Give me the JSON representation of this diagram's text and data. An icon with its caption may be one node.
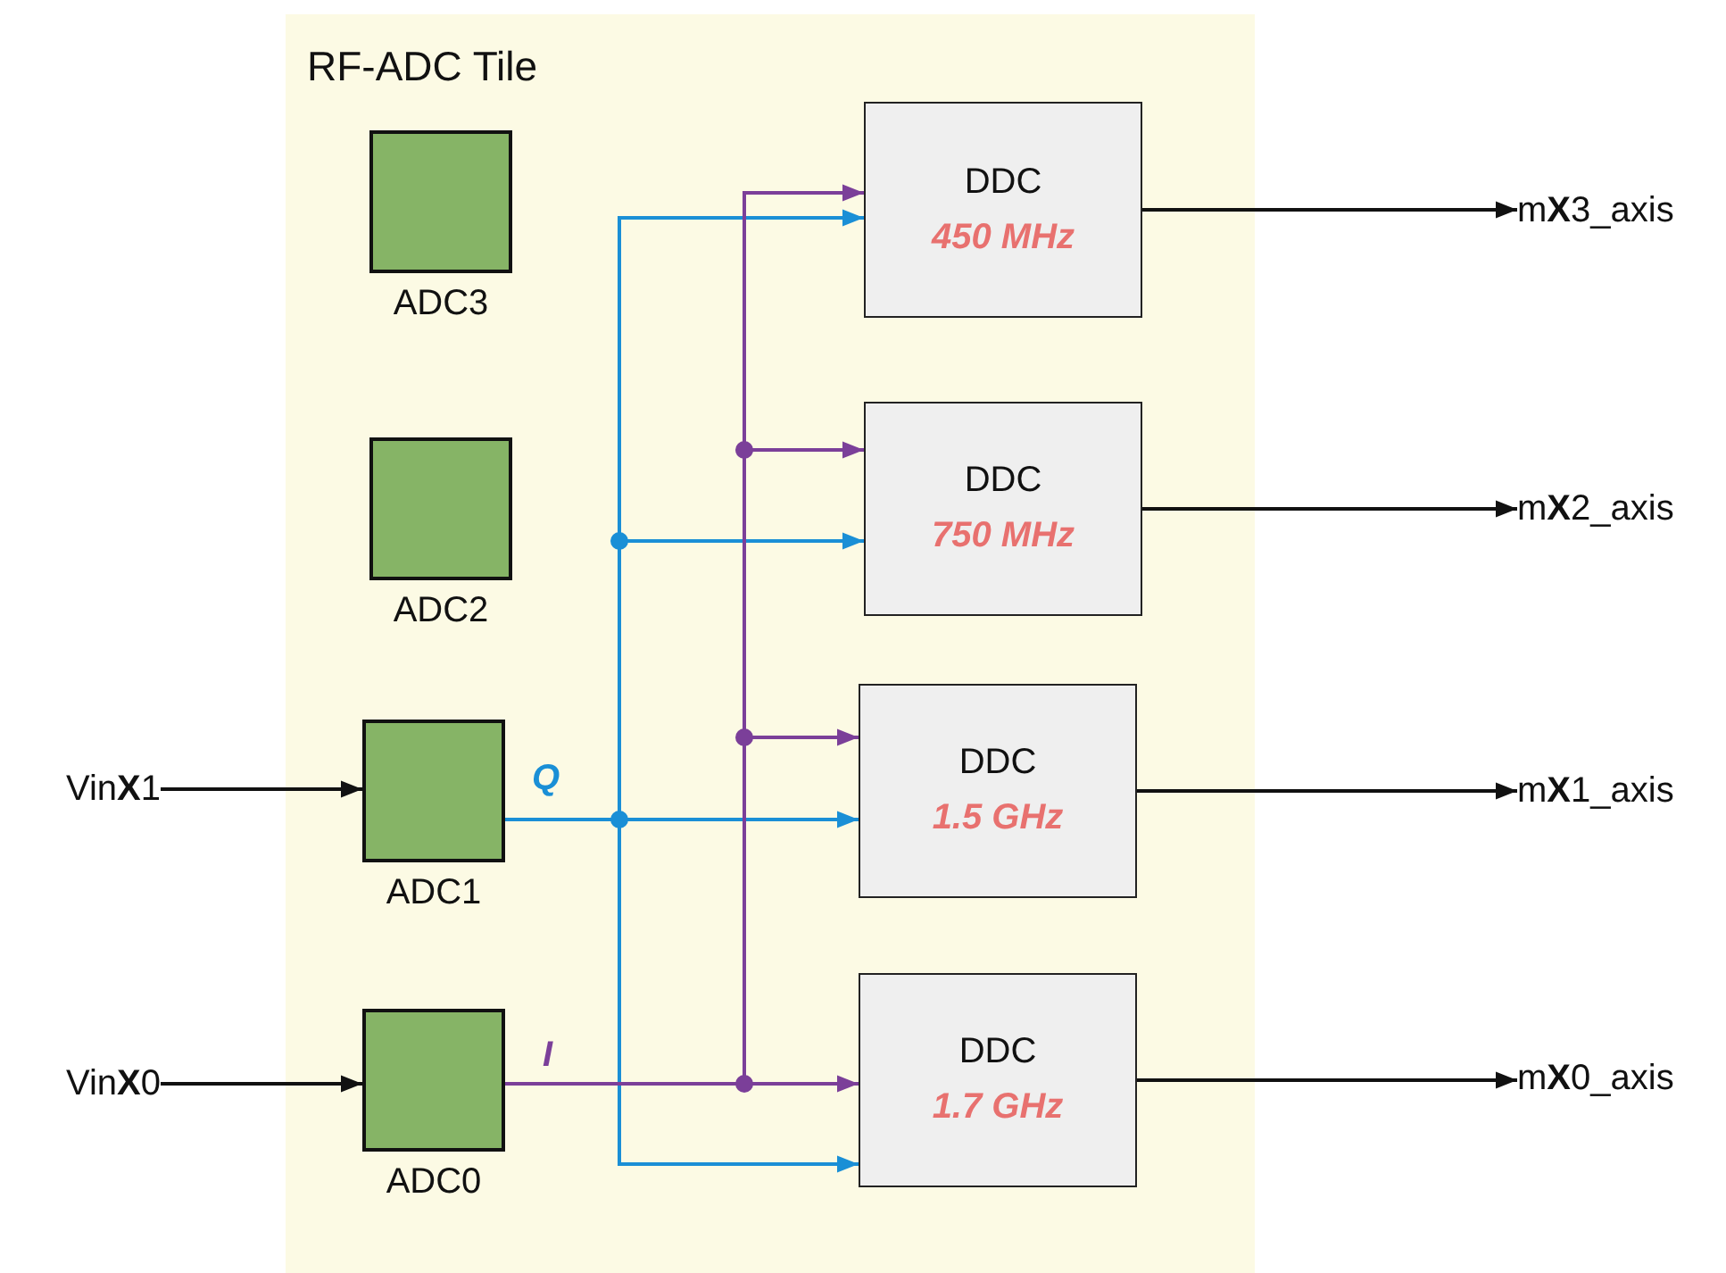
{
  "diagram": {
    "nodes": [
      {
        "text": [
          "RF-ADC Tile"
        ]
      },
      {
        "text": [
          "ADC3"
        ],
        "in": 0
      },
      {
        "text": [
          "ADC2"
        ],
        "in": 0
      },
      {
        "text": [
          "ADC1"
        ],
        "in": 0
      },
      {
        "text": [
          "ADC0"
        ],
        "in": 0
      },
      {
        "text": [
          "DDC",
          "450 MHz"
        ],
        "in": 0
      },
      {
        "text": [
          "DDC",
          "750 MHz"
        ],
        "in": 0
      },
      {
        "text": [
          "DDC",
          "1.5 GHz"
        ],
        "in": 0
      },
      {
        "text": [
          "DDC",
          "1.7 GHz"
        ],
        "in": 0
      },
      {
        "text": [
          "Vin**X**1"
        ]
      },
      {
        "text": [
          "Vin**X**0"
        ]
      },
      {
        "text": [
          "m**X**3_axis"
        ]
      },
      {
        "text": [
          "m**X**2_axis"
        ]
      },
      {
        "text": [
          "m**X**1_axis"
        ]
      },
      {
        "text": [
          "m**X**0_axis"
        ]
      }
    ],
    "edges": [
      {
        "from": 9,
        "to": 3,
        "arrow": "to"
      },
      {
        "from": 10,
        "to": 4,
        "arrow": "to"
      },
      {
        "from": 3,
        "to": 5,
        "arrow": "to",
        "color": "#1a8fd6"
      },
      {
        "from": 3,
        "to": 6,
        "arrow": "to",
        "color": "#1a8fd6"
      },
      {
        "from": 3,
        "to": 7,
        "arrow": "to",
        "color": "#1a8fd6",
        "label": "Q"
      },
      {
        "from": 3,
        "to": 8,
        "arrow": "to",
        "color": "#1a8fd6"
      },
      {
        "from": 4,
        "to": 5,
        "arrow": "to",
        "color": "#7b3f99"
      },
      {
        "from": 4,
        "to": 6,
        "arrow": "to",
        "color": "#7b3f99"
      },
      {
        "from": 4,
        "to": 7,
        "arrow": "to",
        "color": "#7b3f99"
      },
      {
        "from": 4,
        "to": 8,
        "arrow": "to",
        "color": "#7b3f99",
        "label": "I"
      },
      {
        "from": 5,
        "to": 11,
        "arrow": "to"
      },
      {
        "from": 6,
        "to": 12,
        "arrow": "to"
      },
      {
        "from": 7,
        "to": 13,
        "arrow": "to"
      },
      {
        "from": 8,
        "to": 14,
        "arrow": "to"
      }
    ]
  }
}
